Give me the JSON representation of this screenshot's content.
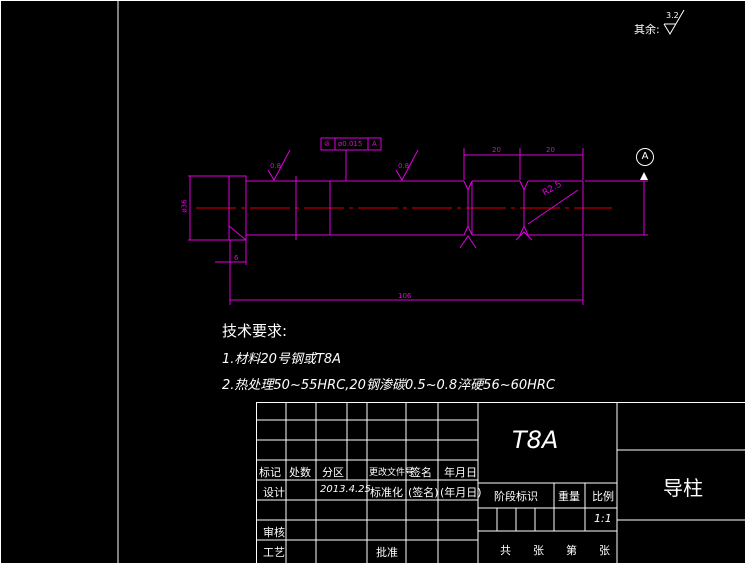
{
  "roughness_note": {
    "label": "其余:",
    "value": "3.2"
  },
  "datum": "A",
  "dims": {
    "left_len": "20",
    "right_len": "20",
    "total_len": "106",
    "small_len": "6",
    "radius": "R2.5",
    "head_dia": "ø36",
    "tol_frame": [
      "⊘",
      "ø0.015",
      "A"
    ],
    "rough1": "0.8",
    "rough2": "0.8"
  },
  "tech": {
    "title": "技术要求:",
    "line1": "1.材料20号钢或T8A",
    "line2": "2.热处理50~55HRC,20钢渗碳0.5~0.8淬硬56~60HRC"
  },
  "title_block": {
    "material": "T8A",
    "part_name": "导柱",
    "h_mark": "标记",
    "h_count": "处数",
    "h_zone": "分区",
    "h_docno": "更改文件号",
    "h_sign": "签名",
    "h_date": "年月日",
    "r_design": "设计",
    "r_date": "2013.4.25",
    "r_std": "标准化",
    "r_sign": "(签名)",
    "r_ymd": "(年月日)",
    "r_stage": "阶段标识",
    "r_weight": "重量",
    "r_scale": "比例",
    "scale_val": "1:1",
    "r_review": "审核",
    "r_craft": "工艺",
    "r_approve": "批准",
    "total": "共",
    "sheets": "张",
    "no": "第",
    "sheet": "张"
  }
}
